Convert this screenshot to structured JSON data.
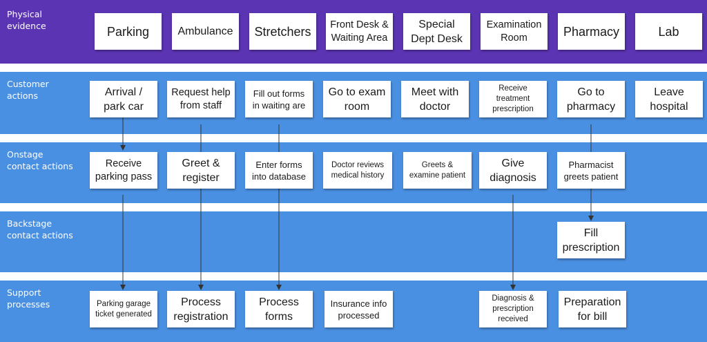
{
  "lanes": {
    "physical": "Physical\nevidence",
    "customer": "Customer\nactions",
    "onstage": "Onstage\ncontact actions",
    "backstage": "Backstage\ncontact actions",
    "support": "Support\nprocesses"
  },
  "physical": [
    "Parking",
    "Ambulance",
    "Stretchers",
    "Front Desk &\nWaiting Area",
    "Special\nDept Desk",
    "Examination\nRoom",
    "Pharmacy",
    "Lab"
  ],
  "customer": [
    "Arrival /\npark car",
    "Request help\nfrom staff",
    "Fill out forms\nin waiting are",
    "Go to exam\nroom",
    "Meet with\ndoctor",
    "Receive\ntreatment\nprescription",
    "Go to\npharmacy",
    "Leave\nhospital"
  ],
  "onstage": [
    "Receive\nparking pass",
    "Greet &\nregister",
    "Enter forms\ninto database",
    "Doctor reviews\nmedical history",
    "Greets &\nexamine patient",
    "Give\ndiagnosis",
    "Pharmacist\ngreets patient"
  ],
  "backstage": [
    "Fill\nprescription"
  ],
  "support": [
    "Parking garage\nticket generated",
    "Process\nregistration",
    "Process\nforms",
    "Insurance info\nprocessed",
    "Diagnosis &\nprescription\nreceived",
    "Preparation\nfor bill"
  ],
  "colors": {
    "physical_band": "#5b34b3",
    "lane_band": "#4a90e2",
    "note": "#ffffff",
    "connector": "#333333"
  }
}
